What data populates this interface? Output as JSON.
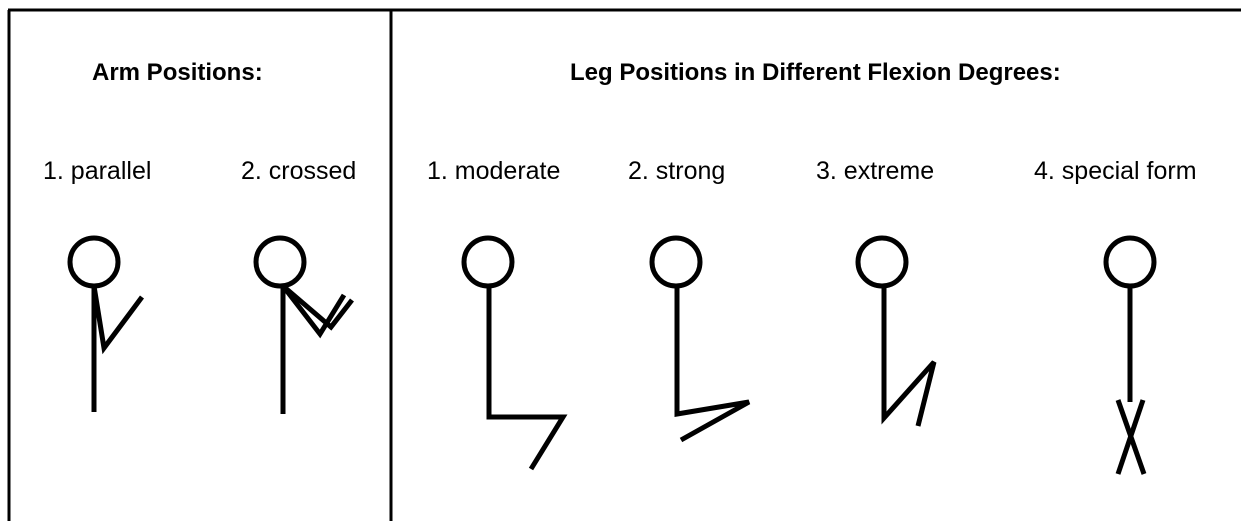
{
  "arm_section": {
    "title": "Arm Positions:",
    "items": [
      {
        "label": "1. parallel"
      },
      {
        "label": "2. crossed"
      }
    ]
  },
  "leg_section": {
    "title": "Leg Positions in Different Flexion Degrees:",
    "items": [
      {
        "label": "1. moderate"
      },
      {
        "label": "2. strong"
      },
      {
        "label": "3. extreme"
      },
      {
        "label": "4. special form"
      }
    ]
  },
  "colors": {
    "stroke": "#000000",
    "background": "#ffffff"
  }
}
